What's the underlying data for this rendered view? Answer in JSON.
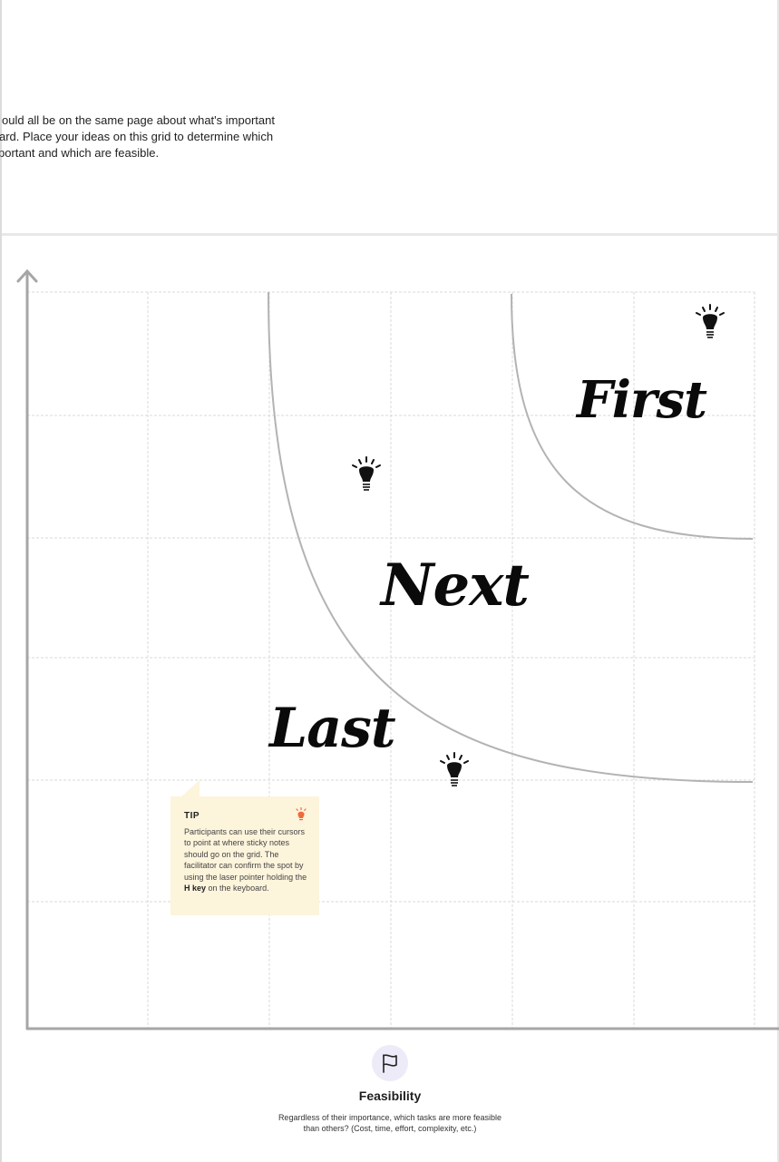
{
  "intro": {
    "line1": "ould all be on the same page about what's important",
    "line2": "ard. Place your ideas on this grid to determine which",
    "line3": "portant and which are feasible."
  },
  "zones": {
    "first": "First",
    "next": "Next",
    "last": "Last"
  },
  "tip": {
    "title": "TIP",
    "body_before": "Participants can use their cursors to point at where sticky notes should go on the grid. The facilitator can confirm the spot by using the laser pointer holding the ",
    "key": "H key",
    "body_after": " on the keyboard."
  },
  "feasibility": {
    "title": "Feasibility",
    "description": "Regardless of their importance, which tasks are more feasible than others? (Cost, time, effort, complexity, etc.)"
  },
  "icons": {
    "idea": "lightbulb-icon",
    "tip": "lightbulb-icon",
    "axis": "flag-icon"
  },
  "colors": {
    "grid": "#d9d9d9",
    "axis": "#a6a6a6",
    "curve": "#b3b3b3",
    "tip_background": "#fdf4dc",
    "tip_icon": "#f06a3c",
    "feasibility_icon_bg": "#ecebf7"
  }
}
